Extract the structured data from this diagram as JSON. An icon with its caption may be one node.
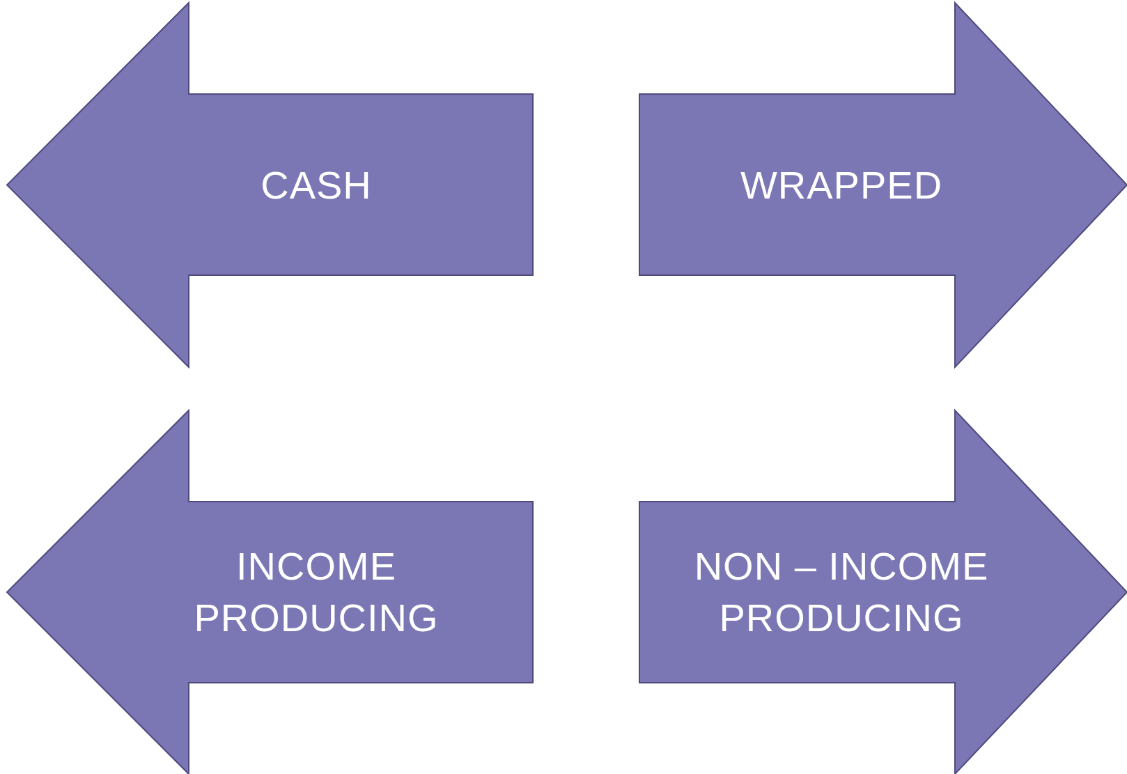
{
  "diagram": {
    "nodes": [
      {
        "text": [
          "CASH"
        ]
      },
      {
        "text": [
          "WRAPPED"
        ]
      },
      {
        "text": [
          "INCOME PRODUCING"
        ]
      },
      {
        "text": [
          "NON – INCOME PRODUCING"
        ]
      }
    ]
  }
}
